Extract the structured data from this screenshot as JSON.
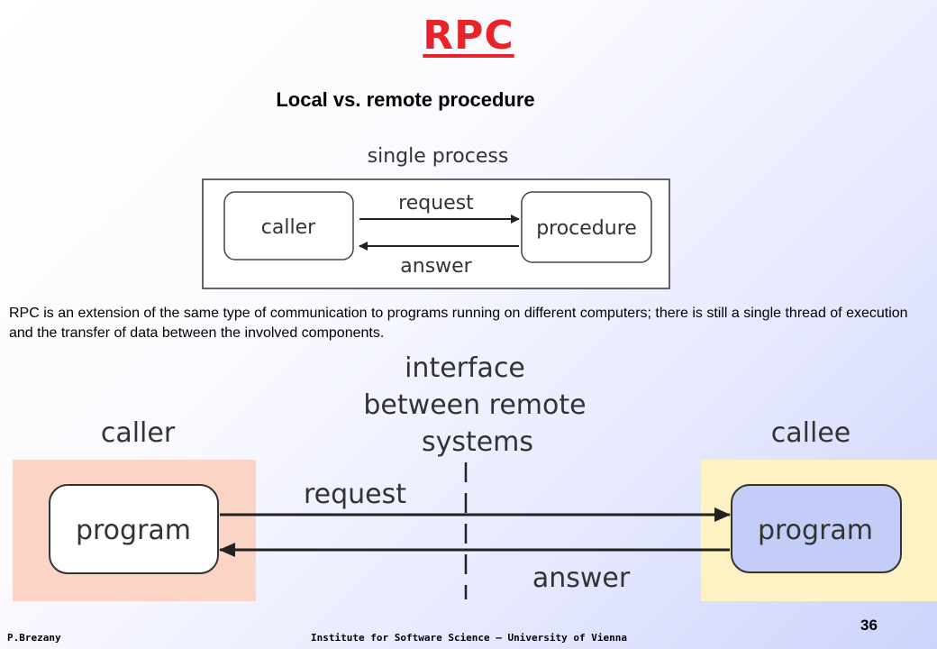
{
  "slide": {
    "title": "RPC",
    "subtitle": "Local vs. remote procedure",
    "description": "RPC is an extension of the same type of communication to programs running on different computers; there is still a single thread of execution and the transfer of data between the involved components.",
    "footer_left": "P.Brezany",
    "footer_center": "Institute for Software Science – University of Vienna",
    "page_number": "36"
  },
  "local_diagram": {
    "heading": "single process",
    "caller": "caller",
    "procedure": "procedure",
    "request": "request",
    "answer": "answer"
  },
  "remote_diagram": {
    "interface_lines": [
      "interface",
      "between remote",
      "systems"
    ],
    "caller_label": "caller",
    "callee_label": "callee",
    "caller_program": "program",
    "callee_program": "program",
    "request": "request",
    "answer": "answer",
    "colors": {
      "caller_zone": "#fcd4c6",
      "callee_zone": "#fdf2c4",
      "callee_box": "#c4cdf7"
    }
  }
}
